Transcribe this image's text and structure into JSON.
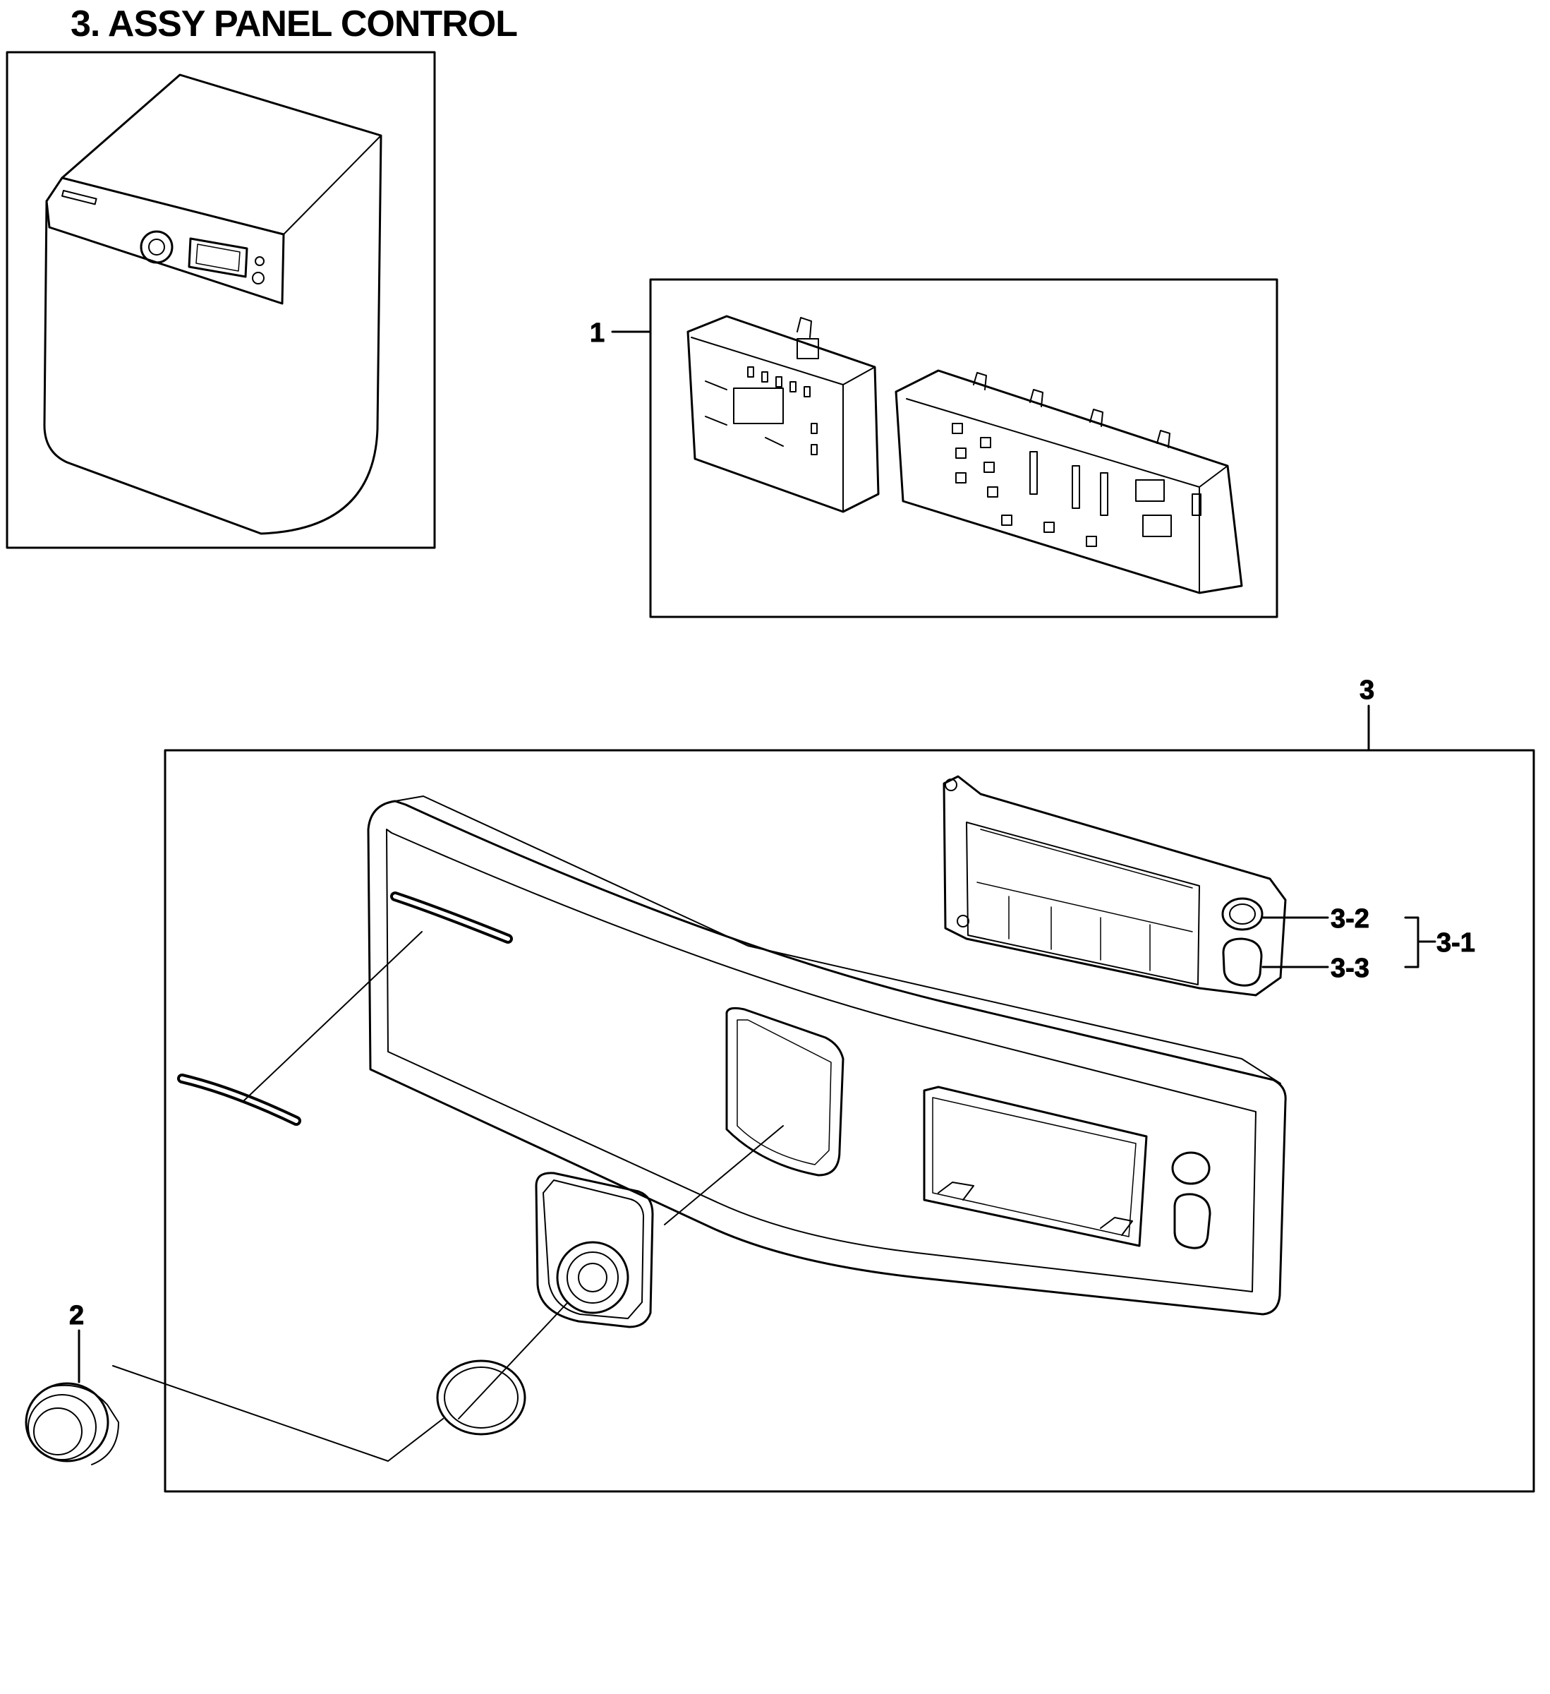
{
  "page": {
    "title": "3. ASSY PANEL CONTROL"
  },
  "callouts": {
    "c1": "1",
    "c2": "2",
    "c3": "3",
    "c3_1": "3-1",
    "c3_2": "3-2",
    "c3_3": "3-3"
  }
}
